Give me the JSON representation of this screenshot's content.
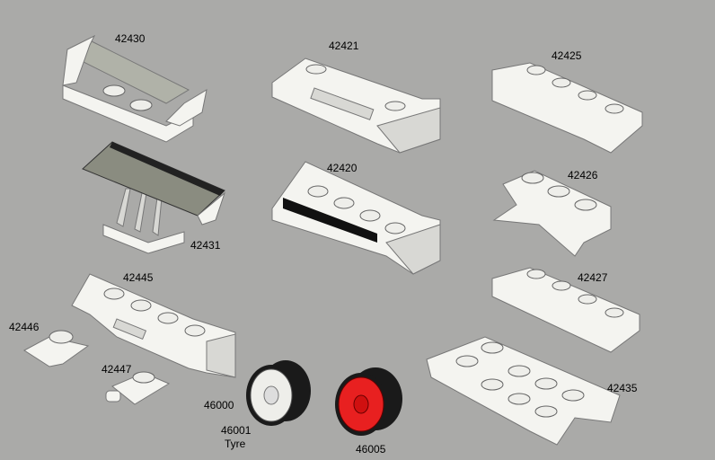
{
  "background_color": "#aaaaa8",
  "parts": [
    {
      "id": "p42430",
      "label": "42430"
    },
    {
      "id": "p42421",
      "label": "42421"
    },
    {
      "id": "p42425",
      "label": "42425"
    },
    {
      "id": "p42431",
      "label": "42431"
    },
    {
      "id": "p42420",
      "label": "42420"
    },
    {
      "id": "p42426",
      "label": "42426"
    },
    {
      "id": "p42445",
      "label": "42445"
    },
    {
      "id": "p42427",
      "label": "42427"
    },
    {
      "id": "p42446",
      "label": "42446"
    },
    {
      "id": "p42447",
      "label": "42447"
    },
    {
      "id": "p46000",
      "label": "46000"
    },
    {
      "id": "p46001",
      "label": "46001",
      "sublabel": "Tyre"
    },
    {
      "id": "p46005",
      "label": "46005"
    },
    {
      "id": "p42435",
      "label": "42435"
    }
  ],
  "colors": {
    "white_part": "#f4f4f0",
    "tyre": "#1a1a1a",
    "red_hub": "#e82020",
    "spoiler_top": "#8a8c80"
  }
}
